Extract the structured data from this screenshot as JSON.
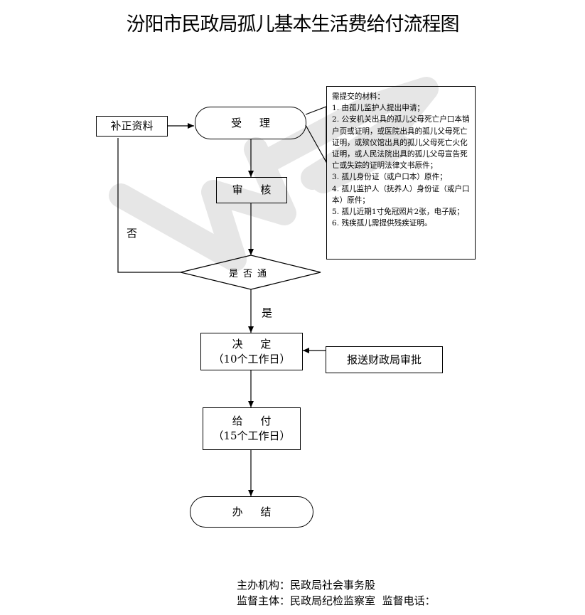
{
  "title": "汾阳市民政局孤儿基本生活费给付流程图",
  "nodes": {
    "correction": "补正资料",
    "accept": "受 理",
    "review": "审 核",
    "decision_diamond": "是否通",
    "decide": {
      "line1": "决 定",
      "line2": "（10个工作日）"
    },
    "report": "报送财政局审批",
    "pay": {
      "line1": "给 付",
      "line2": "（15个工作日）"
    },
    "complete": "办 结"
  },
  "edge_labels": {
    "no": "否",
    "yes": "是"
  },
  "materials": {
    "heading": "需提交的材料：",
    "items": [
      "1. 由孤儿监护人提出申请；",
      "2. 公安机关出具的孤儿父母死亡户口本销户页或证明，或医院出具的孤儿父母死亡证明，或殡仪馆出具的孤儿父母死亡火化证明，或人民法院出具的孤儿父母宣告死亡或失踪的证明法律文书原件；",
      "3. 孤儿身份证（或户口本）原件；",
      "4. 孤儿监护人（抚养人）身份证（或户口本）原件；",
      "5. 孤儿近期1寸免冠照片2张，电子版；",
      "6. 残疾孤儿需提供残疾证明。"
    ]
  },
  "footer": {
    "org_label": "主办机构：",
    "org_value": "民政局社会事务股",
    "supervisor_label": "监督主体：",
    "supervisor_value": "民政局纪检监察室",
    "phone_label": "监督电话："
  },
  "colors": {
    "line": "#000000",
    "watermark": "#e6e6e6",
    "background": "#ffffff"
  }
}
